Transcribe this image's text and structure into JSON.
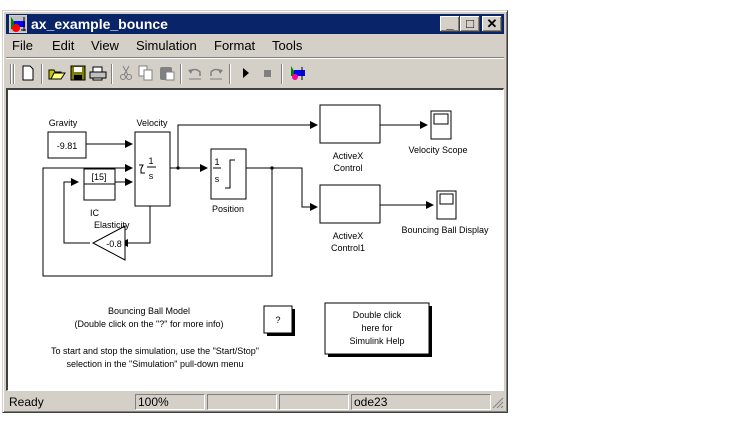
{
  "window": {
    "title": "ax_example_bounce",
    "controls": {
      "minimize": "_",
      "maximize": "□",
      "close": "✕"
    }
  },
  "menu": [
    "File",
    "Edit",
    "View",
    "Simulation",
    "Format",
    "Tools"
  ],
  "toolbar": {
    "items": [
      "new-icon",
      "open-icon",
      "save-icon",
      "print-icon",
      "cut-icon",
      "copy-icon",
      "paste-icon",
      "undo-icon",
      "redo-icon",
      "start-icon",
      "stop-icon",
      "library-browser-icon"
    ]
  },
  "diagram": {
    "blocks": {
      "gravity": {
        "label": "Gravity",
        "value": "-9.81"
      },
      "velocity": {
        "label": "Velocity",
        "num": "1",
        "den": "s"
      },
      "ic": {
        "label": "IC",
        "value": "[15]"
      },
      "elasticity": {
        "label": "Elasticity",
        "value": "-0.8"
      },
      "position": {
        "label": "Position",
        "num": "1",
        "den": "s"
      },
      "activex_control": {
        "label_line1": "ActiveX",
        "label_line2": "Control"
      },
      "activex_control1": {
        "label_line1": "ActiveX",
        "label_line2": "Control1"
      },
      "velocity_scope": {
        "label": "Velocity Scope"
      },
      "bouncing_ball_display": {
        "label": "Bouncing Ball Display"
      }
    },
    "annotations": {
      "model_title": "Bouncing Ball Model",
      "model_hint": "(Double click on the \"?\" for more info)",
      "info_button": "?",
      "instructions_line1": "To start and stop the simulation, use the \"Start/Stop\"",
      "instructions_line2": "selection in the \"Simulation\" pull-down menu",
      "help_line1": "Double click",
      "help_line2": "here for",
      "help_line3": "Simulink Help"
    }
  },
  "status": {
    "message": "Ready",
    "zoom": "100%",
    "panel3": "",
    "panel4": "",
    "solver": "ode23"
  }
}
